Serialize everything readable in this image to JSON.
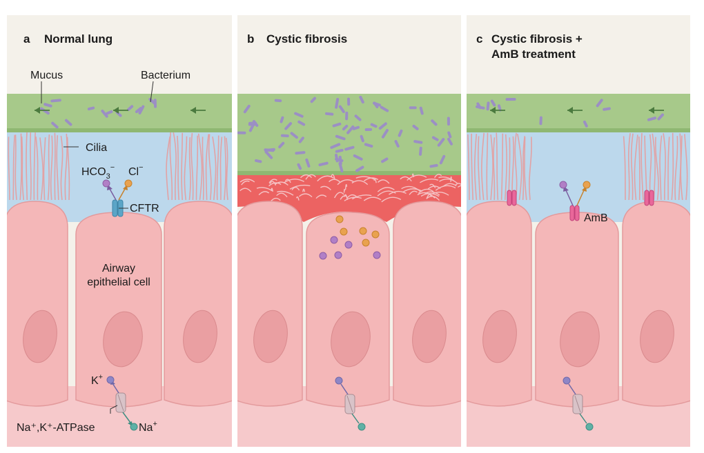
{
  "panels": [
    {
      "letter": "a",
      "title_line1": "Normal lung",
      "title_line2": ""
    },
    {
      "letter": "b",
      "title_line1": "Cystic fibrosis",
      "title_line2": ""
    },
    {
      "letter": "c",
      "title_line1": "Cystic fibrosis +",
      "title_line2": "AmB treatment"
    }
  ],
  "labels": {
    "mucus": "Mucus",
    "bacterium": "Bacterium",
    "cilia": "Cilia",
    "hco3": "HCO",
    "hco3_sub": "3",
    "hco3_sup": "−",
    "cl": "Cl",
    "cl_sup": "−",
    "cftr": "CFTR",
    "airway_cell_line1": "Airway",
    "airway_cell_line2": "epithelial cell",
    "k": "K",
    "k_sup": "+",
    "na": "Na",
    "na_sup": "+",
    "atpase": "Na⁺,K⁺-ATPase",
    "amb": "AmB"
  },
  "colors": {
    "panel_bg": "#f4f1ea",
    "mucus": "#a7c98a",
    "mucus_dark": "#8fb872",
    "bacterium": "#9b8fc4",
    "asl_liquid": "#bcd8ec",
    "cell": "#f4b7b8",
    "cell_edge": "#e39a9c",
    "nucleus": "#ea9fa2",
    "cilia": "#e2a2a4",
    "inflamed": "#ea4a4a",
    "cftr": "#5ba5c7",
    "amb_channel": "#e9679a",
    "hco3_ion": "#b17fc6",
    "cl_ion": "#e9a24f",
    "k_ion": "#8e86c6",
    "na_ion": "#5fb1a6",
    "arrow_green": "#4b7a3e"
  }
}
